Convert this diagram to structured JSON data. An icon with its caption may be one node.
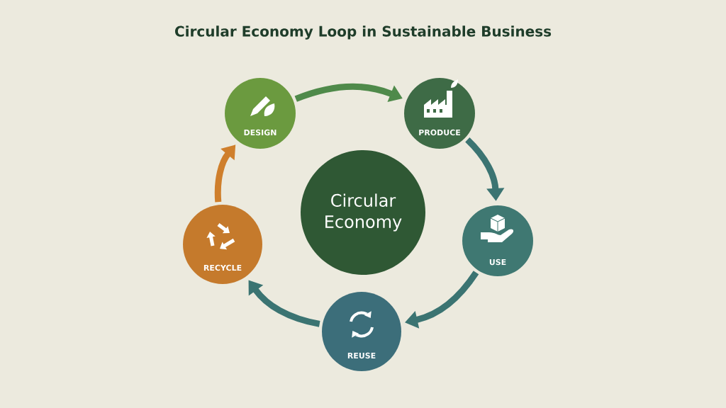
{
  "diagram": {
    "title": "Circular Economy Loop in Sustainable Business",
    "nodes": [
      {
        "text": [
          "DESIGN"
        ]
      },
      {
        "text": [
          "PRODUCE"
        ]
      },
      {
        "text": [
          "USE"
        ]
      },
      {
        "text": [
          "REUSE"
        ]
      },
      {
        "text": [
          "RECYCLE"
        ]
      },
      {
        "text": [
          "Circular Economy"
        ]
      }
    ],
    "edges": [
      {
        "from": 0,
        "to": 1,
        "arrow": "to",
        "color": "#4f8a4a"
      },
      {
        "from": 1,
        "to": 2,
        "arrow": "to"
      },
      {
        "from": 2,
        "to": 3,
        "arrow": "to"
      },
      {
        "from": 3,
        "to": 4,
        "arrow": "to"
      },
      {
        "from": 4,
        "to": 0,
        "arrow": "to",
        "color": "#cf7f2c"
      }
    ]
  }
}
